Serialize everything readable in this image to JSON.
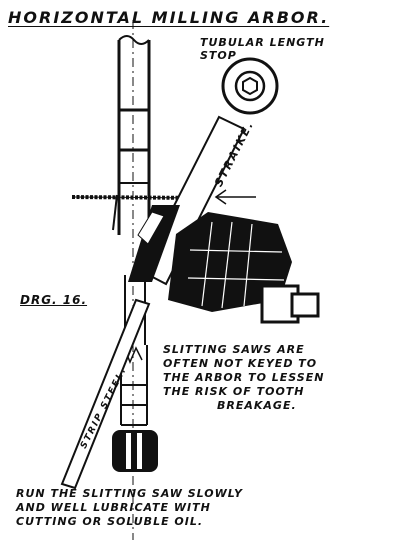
{
  "diagram": {
    "title": "HORIZONTAL MILLING ARBOR.",
    "stop_label": [
      "TUBULAR LENGTH",
      "STOP"
    ],
    "straight_edge_label": "STRAIKE.",
    "drawing_number": "DRG. 16.",
    "strip_steel_label": "STRIP STEEL.",
    "note_keying": [
      "SLITTING SAWS ARE",
      "OFTEN NOT KEYED TO",
      "THE ARBOR TO LESSEN",
      "THE RISK OF TOOTH",
      "BREAKAGE."
    ],
    "note_operation": [
      "RUN THE SLITTING SAW SLOWLY",
      "AND WELL LUBRICATE WITH",
      "CUTTING OR SOLUBLE OIL."
    ]
  },
  "colors": {
    "ink": "#111111",
    "paper": "#ffffff"
  }
}
